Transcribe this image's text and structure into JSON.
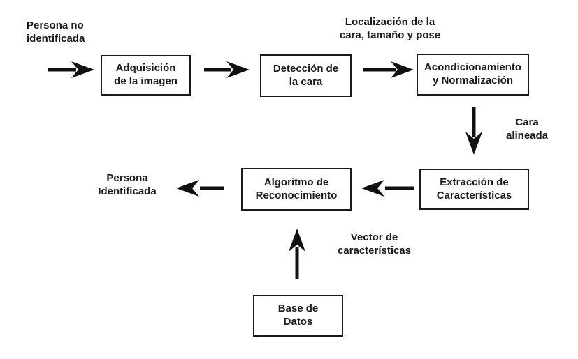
{
  "diagram": {
    "background_color": "#ffffff",
    "ink_color": "#111111",
    "boxes": {
      "adquisicion": {
        "label": "Adquisición\nde la imagen"
      },
      "deteccion": {
        "label": "Detección de\nla cara"
      },
      "acondicionamiento": {
        "label": "Acondicionamiento\ny Normalización"
      },
      "algoritmo": {
        "label": "Algoritmo de\nReconocimiento"
      },
      "extraccion": {
        "label": "Extracción de\nCaracterísticas"
      },
      "base_datos": {
        "label": "Base de\nDatos"
      }
    },
    "labels": {
      "entrada": "Persona no\nidentificada",
      "localizacion": "Localización de la\ncara, tamaño y pose",
      "cara_alineada": "Cara\nalineada",
      "salida": "Persona\nIdentificada",
      "vector": "Vector de\ncaracterísticas"
    },
    "flow": [
      {
        "from": "Persona no identificada",
        "to": "Adquisición de la imagen",
        "direction": "right"
      },
      {
        "from": "Adquisición de la imagen",
        "to": "Detección de la cara",
        "direction": "right"
      },
      {
        "from": "Detección de la cara",
        "to": "Acondicionamiento y Normalización",
        "direction": "right",
        "label": "Localización de la cara, tamaño y pose"
      },
      {
        "from": "Acondicionamiento y Normalización",
        "to": "Extracción de Características",
        "direction": "down",
        "label": "Cara alineada"
      },
      {
        "from": "Extracción de Características",
        "to": "Algoritmo de Reconocimiento",
        "direction": "left"
      },
      {
        "from": "Algoritmo de Reconocimiento",
        "to": "Persona Identificada",
        "direction": "left"
      },
      {
        "from": "Base de Datos",
        "to": "Algoritmo de Reconocimiento",
        "direction": "up",
        "label": "Vector de características"
      }
    ]
  }
}
